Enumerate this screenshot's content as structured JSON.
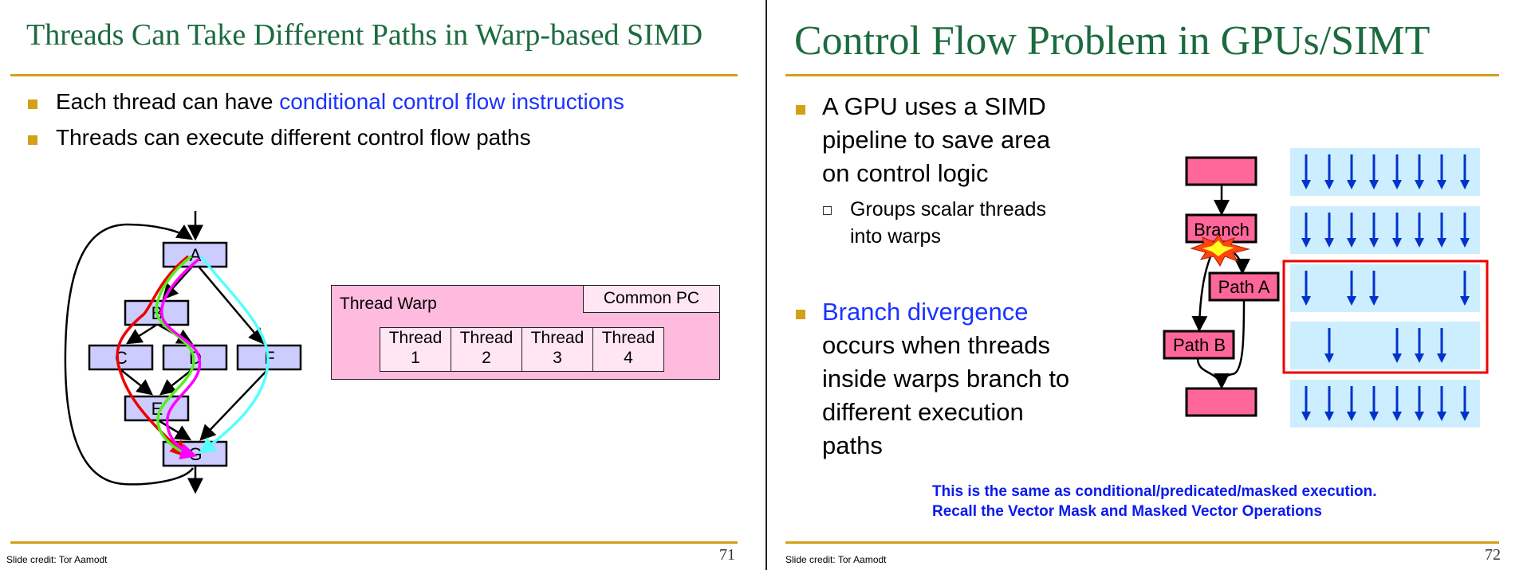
{
  "slide_left": {
    "title": "Threads Can Take Different Paths in Warp-based SIMD",
    "bullets": [
      {
        "text": "Each thread can have ",
        "highlight": "conditional control flow instructions"
      },
      {
        "text": "Threads can execute different control flow paths"
      }
    ],
    "cfg_nodes": [
      "A",
      "B",
      "C",
      "D",
      "E",
      "F",
      "G"
    ],
    "warp": {
      "label": "Thread Warp",
      "common_pc": "Common PC",
      "threads": [
        {
          "name": "Thread",
          "num": "1"
        },
        {
          "name": "Thread",
          "num": "2"
        },
        {
          "name": "Thread",
          "num": "3"
        },
        {
          "name": "Thread",
          "num": "4"
        }
      ]
    },
    "credit": "Slide credit: Tor Aamodt",
    "page_number": "71"
  },
  "slide_right": {
    "title": "Control Flow Problem in GPUs/SIMT",
    "bullet1_lines": [
      "A GPU uses a SIMD",
      "pipeline to save area",
      "on control logic"
    ],
    "sub_bullet_lines": [
      "Groups scalar threads",
      "into warps"
    ],
    "bullet2_highlight": "Branch divergence",
    "bullet2_lines": [
      "occurs when threads",
      "inside warps branch to",
      "different execution",
      "paths"
    ],
    "flow": {
      "branch": "Branch",
      "path_a": "Path A",
      "path_b": "Path B"
    },
    "lanes_active": [
      [
        1,
        1,
        1,
        1,
        1,
        1,
        1,
        1
      ],
      [
        1,
        1,
        1,
        1,
        1,
        1,
        1,
        1
      ],
      [
        1,
        0,
        1,
        1,
        0,
        0,
        0,
        1
      ],
      [
        0,
        1,
        0,
        0,
        1,
        1,
        1,
        0
      ],
      [
        1,
        1,
        1,
        1,
        1,
        1,
        1,
        1
      ]
    ],
    "note_lines": [
      "This is the same as conditional/predicated/masked execution.",
      "Recall the Vector Mask and Masked Vector Operations"
    ],
    "credit": "Slide credit: Tor Aamodt",
    "page_number": "72"
  },
  "colors": {
    "title": "#1b6b3e",
    "rule": "#d4a017",
    "highlight": "#1a33ff",
    "node": "#ccccff",
    "pink": "#ff6699",
    "lane": "#cceeff",
    "arrow": "#0033cc",
    "divergence_box": "#ee0000"
  }
}
